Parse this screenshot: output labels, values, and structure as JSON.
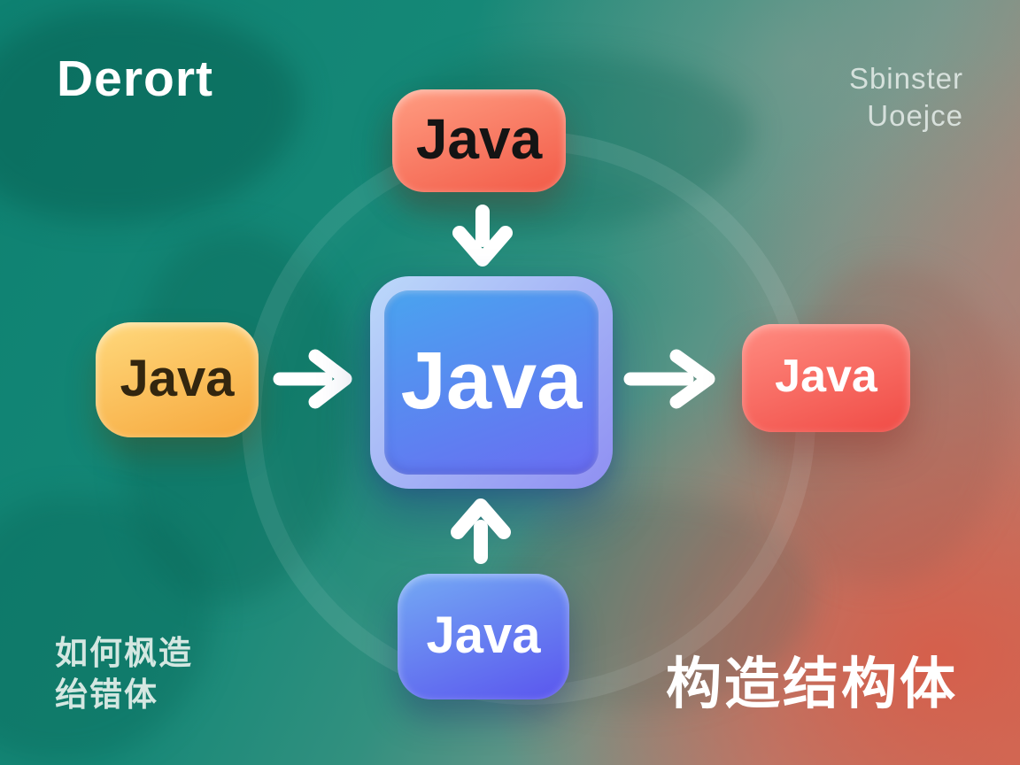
{
  "header": {
    "brand": "Derort",
    "watermark_line1": "Sbinster",
    "watermark_line2": "Uoejce"
  },
  "diagram": {
    "nodes": {
      "top": {
        "label": "Java",
        "color_top": "#ff9d82",
        "color_bottom": "#f25a47",
        "text_color": "#141414"
      },
      "left": {
        "label": "Java",
        "color_top": "#ffd97d",
        "color_bottom": "#f6a73c",
        "text_color": "#33260f"
      },
      "center": {
        "label": "Java",
        "bevel_top": "#bcd9fa",
        "bevel_bottom": "#8f8ff2",
        "color_top": "#49a4ef",
        "color_bottom": "#6a6cf2",
        "text_color": "#ffffff"
      },
      "right": {
        "label": "Java",
        "color_top": "#ff8c81",
        "color_bottom": "#f04b45",
        "text_color": "#ffffff"
      },
      "bottom": {
        "label": "Java",
        "color_top": "#74aaf4",
        "color_bottom": "#5a55ee",
        "text_color": "#ffffff"
      }
    },
    "arrows": {
      "top_to_center": "down",
      "left_to_center": "right",
      "center_to_right": "right",
      "bottom_to_center": "up"
    },
    "arrow_color": "#ffffff"
  },
  "captions": {
    "bottom_left_line1": "如何枫造",
    "bottom_left_line2": "绐错体",
    "bottom_right": "构造结构体"
  },
  "canvas_colors": {
    "teal": "#158877",
    "gray_transition": "#8f9a8e",
    "salmon": "#d2705f"
  }
}
